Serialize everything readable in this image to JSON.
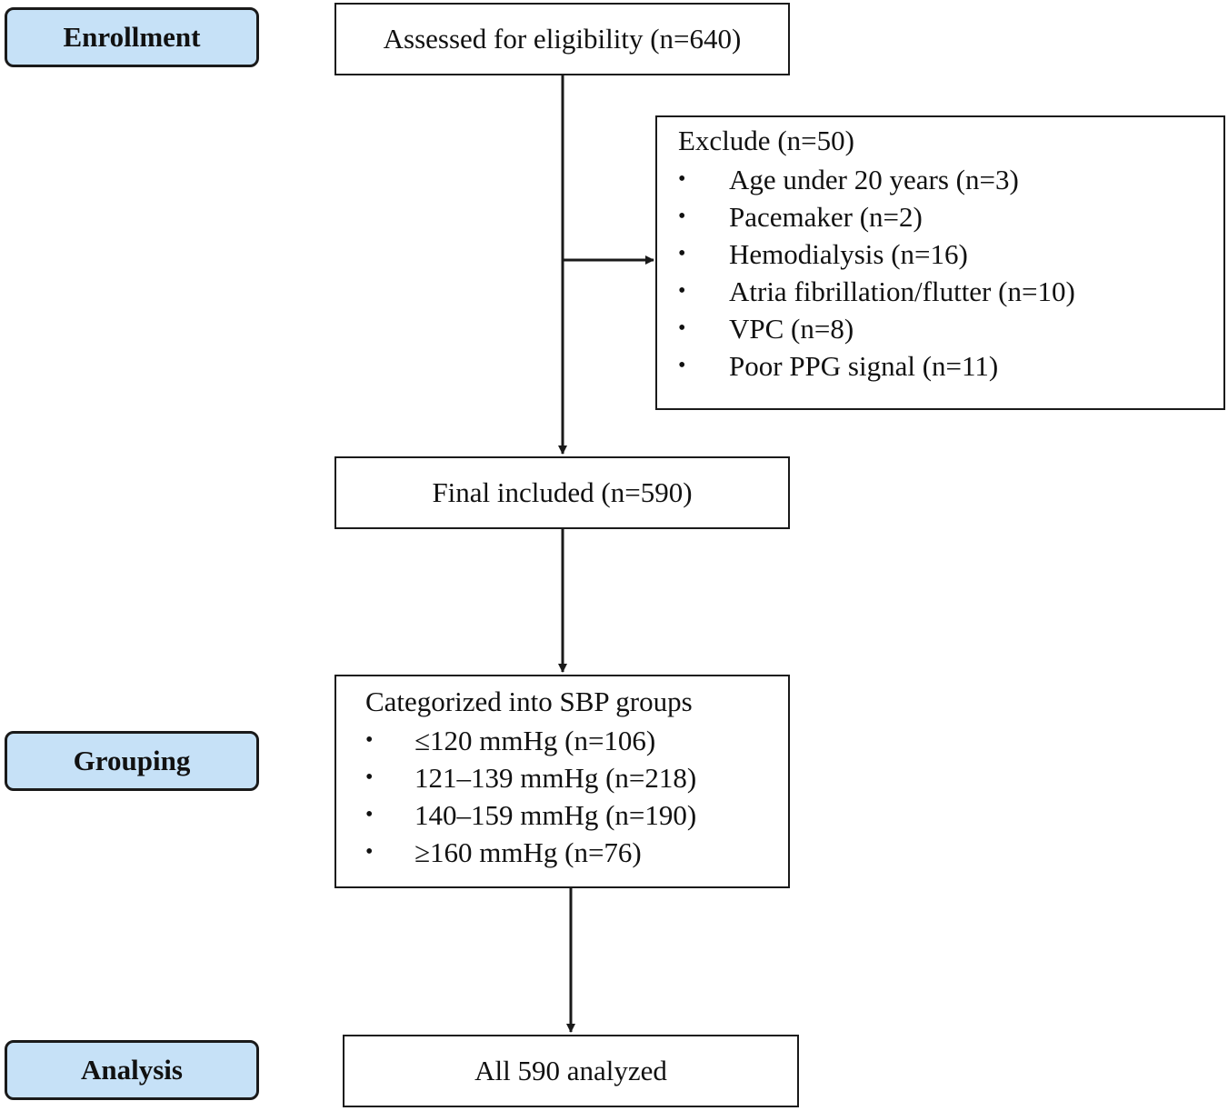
{
  "stages": {
    "enrollment": "Enrollment",
    "grouping": "Grouping",
    "analysis": "Analysis"
  },
  "assessed": "Assessed for eligibility (n=640)",
  "exclude": {
    "title": "Exclude (n=50)",
    "items": [
      "Age under 20 years (n=3)",
      "Pacemaker (n=2)",
      "Hemodialysis (n=16)",
      "Atria fibrillation/flutter (n=10)",
      "VPC (n=8)",
      "Poor PPG signal (n=11)"
    ]
  },
  "final_included": "Final included (n=590)",
  "grouping_box": {
    "title": "Categorized into SBP groups",
    "items": [
      "≤120 mmHg (n=106)",
      "121–139 mmHg (n=218)",
      "140–159 mmHg (n=190)",
      "≥160 mmHg (n=76)"
    ]
  },
  "analyzed": "All 590 analyzed",
  "bullet": "•",
  "colors": {
    "stage_fill": "#c6e1f7",
    "line": "#1a1a1a"
  }
}
